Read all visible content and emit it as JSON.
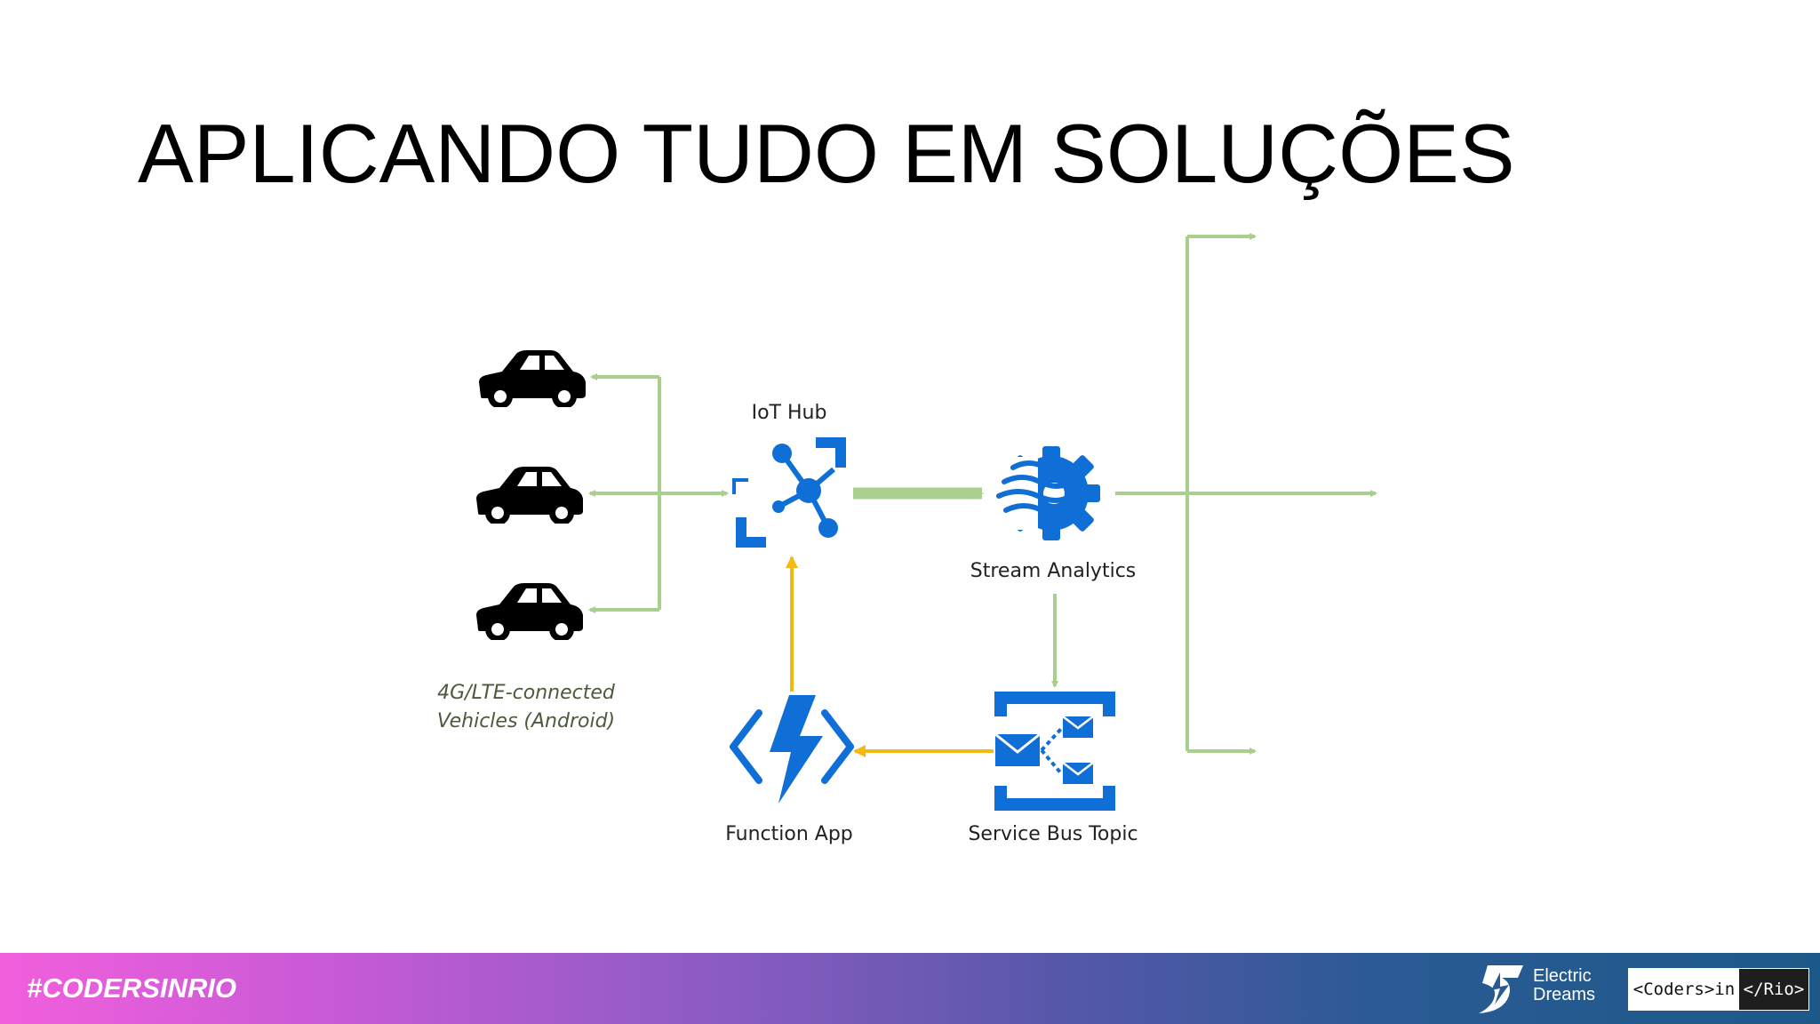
{
  "slide": {
    "title": "APLICANDO TUDO EM SOLUÇÕES"
  },
  "diagram": {
    "vehicles_label_line1": "4G/LTE-connected",
    "vehicles_label_line2": "Vehicles (Android)",
    "nodes": {
      "iot_hub": "IoT Hub",
      "stream_analytics": "Stream Analytics",
      "service_bus_topic": "Service Bus Topic",
      "function_app": "Function App"
    },
    "colors": {
      "telemetry_arrow": "#a9cf8e",
      "command_arrow": "#f5b914",
      "azure_blue": "#0f6fd6",
      "vehicle": "#000000"
    }
  },
  "footer": {
    "hashtag": "#CODERSINRIO",
    "sponsor_line1": "Electric",
    "sponsor_line2": "Dreams",
    "community_left": "<Coders>in",
    "community_right": "</Rio>"
  }
}
